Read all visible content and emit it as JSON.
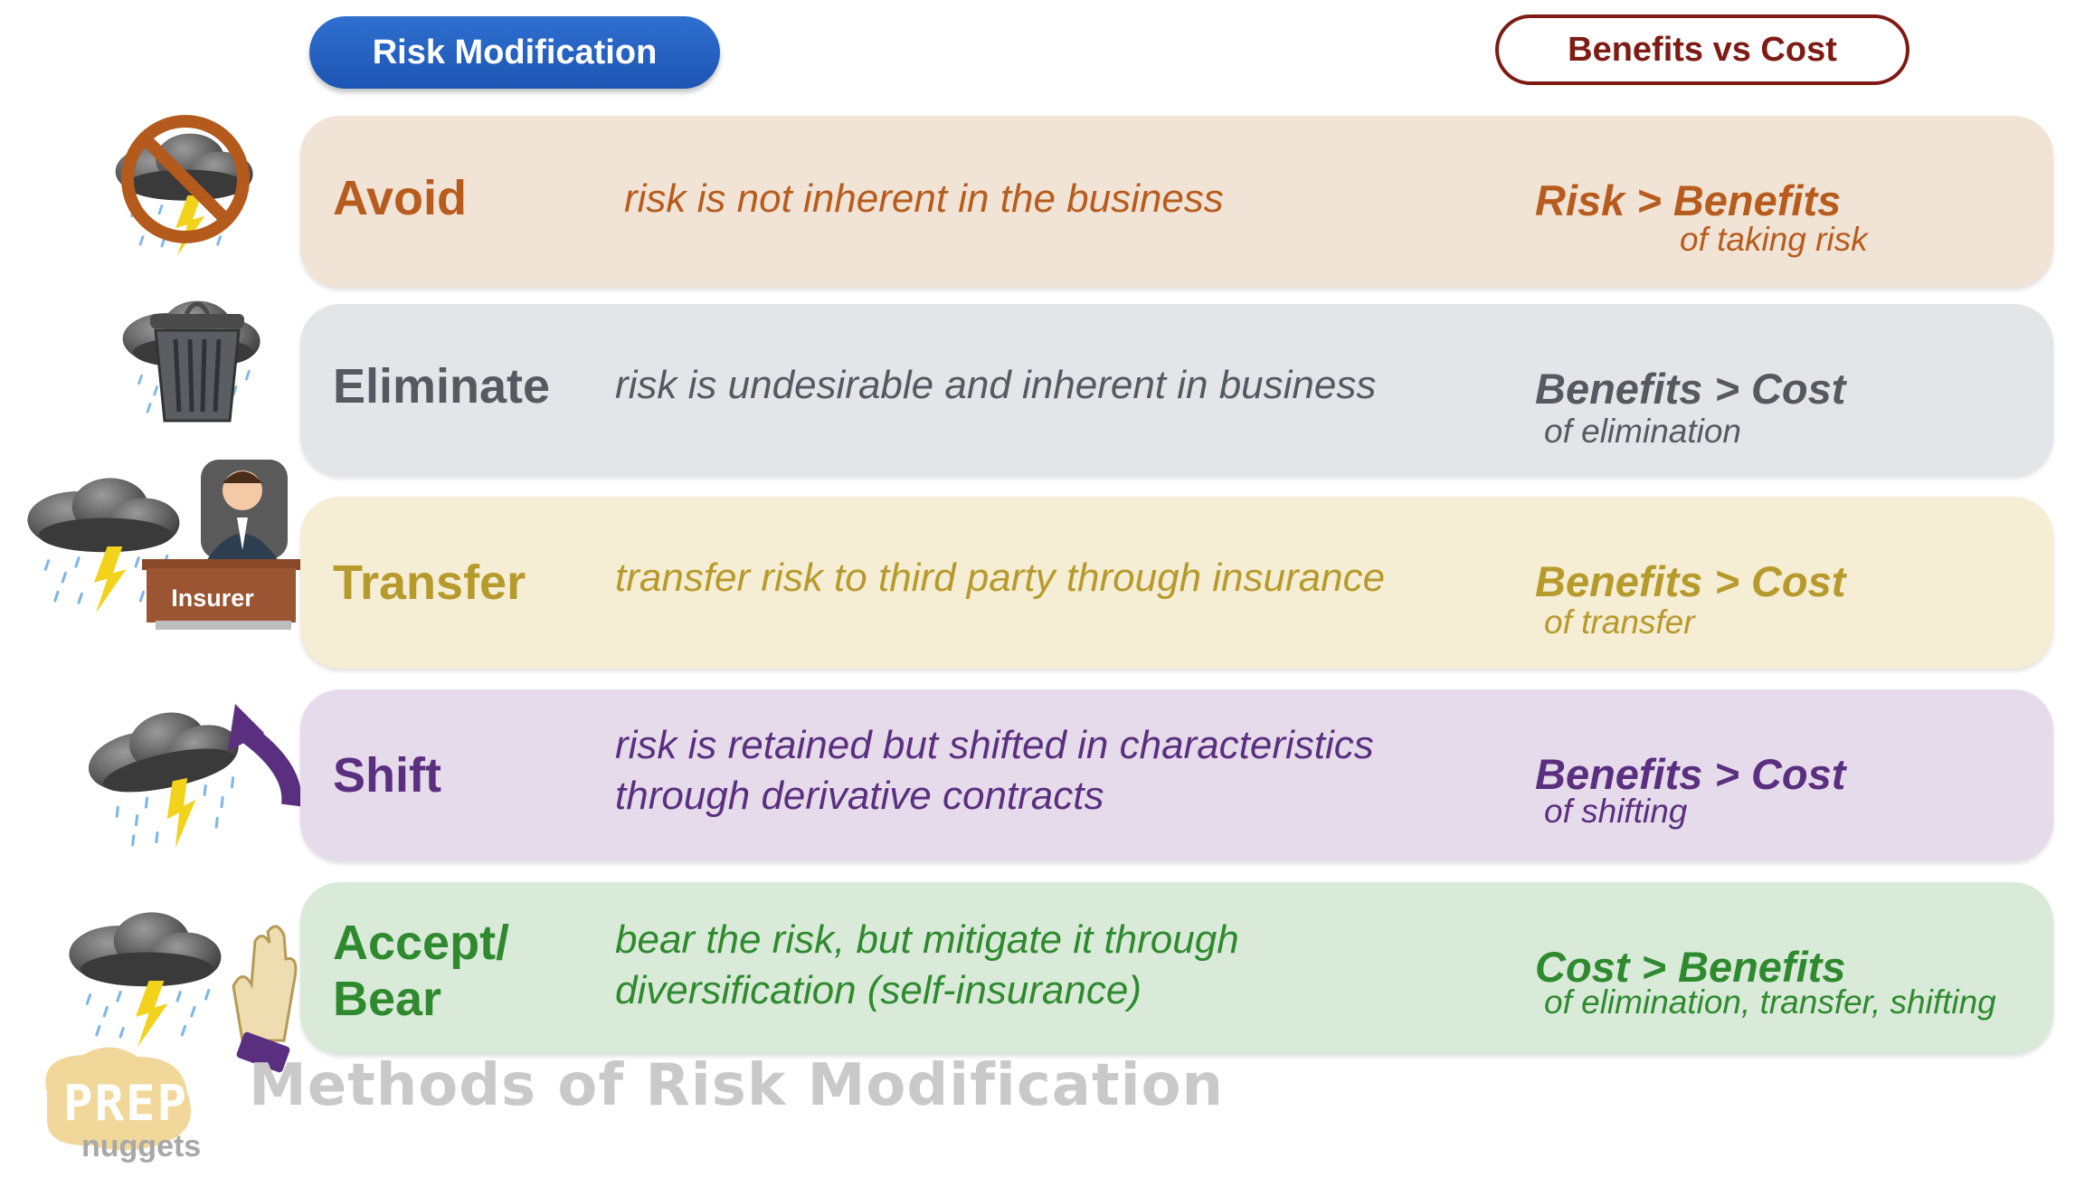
{
  "header": {
    "left_label": "Risk Modification",
    "right_label": "Benefits vs Cost"
  },
  "rows": [
    {
      "method": "Avoid",
      "description": [
        "risk is not inherent in the business"
      ],
      "comparison": "Risk > Benefits",
      "comparison_sub": "of taking risk",
      "icon": "no-storm-icon"
    },
    {
      "method": "Eliminate",
      "description": [
        "risk is undesirable and inherent in business"
      ],
      "comparison": "Benefits > Cost",
      "comparison_sub": "of elimination",
      "icon": "trash-can-storm-icon"
    },
    {
      "method": "Transfer",
      "description": [
        "transfer risk to third party through insurance"
      ],
      "comparison": "Benefits > Cost",
      "comparison_sub": "of transfer",
      "icon": "insurer-desk-icon",
      "icon_label": "Insurer"
    },
    {
      "method": "Shift",
      "description": [
        "risk is retained but shifted in characteristics",
        "through derivative contracts"
      ],
      "comparison": "Benefits > Cost",
      "comparison_sub": "of shifting",
      "icon": "curved-arrow-storm-icon"
    },
    {
      "method_lines": [
        "Accept/",
        "Bear"
      ],
      "description": [
        "bear the risk, but mitigate it through",
        "diversification (self-insurance)"
      ],
      "comparison": "Cost > Benefits",
      "comparison_sub": "of elimination, transfer, shifting",
      "icon": "hand-storm-icon"
    }
  ],
  "footer": {
    "title": "Methods of Risk Modification",
    "logo_text_1": "PREP",
    "logo_text_2": "nuggets"
  },
  "colors": {
    "header_blue": "#1d55b3",
    "header_brown": "#7d1b14",
    "avoid": "#b75c1d",
    "eliminate": "#555960",
    "transfer": "#b79a2c",
    "shift": "#5b2f80",
    "accept": "#2f8a2f"
  }
}
